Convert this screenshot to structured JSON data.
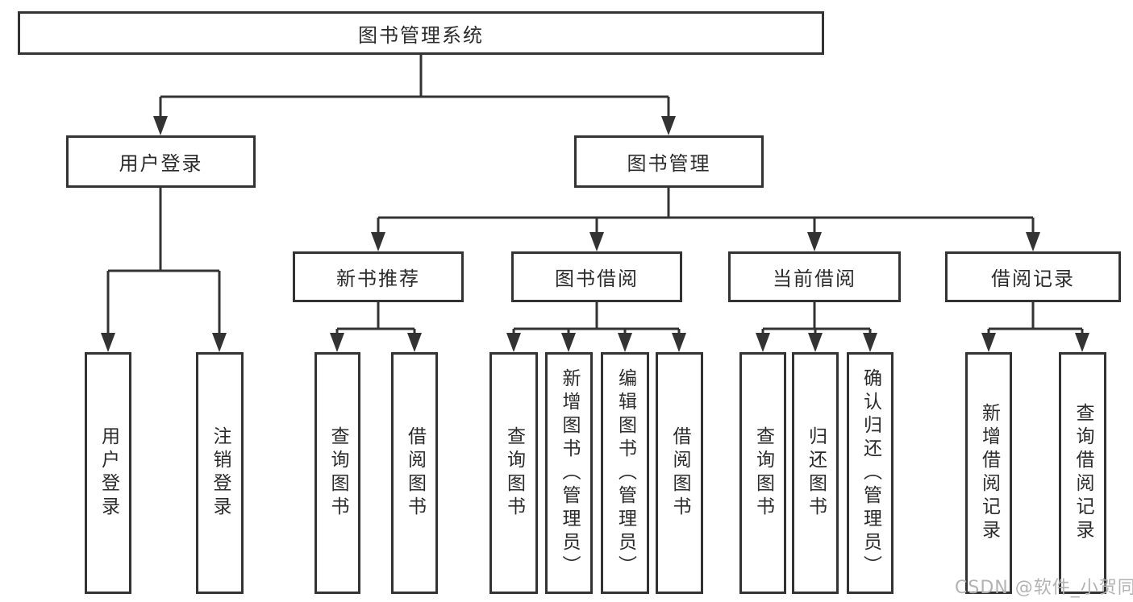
{
  "diagram": {
    "root": {
      "label": "图书管理系统"
    },
    "branches": [
      {
        "label": "用户登录",
        "children": [
          {
            "label": "用户登录"
          },
          {
            "label": "注销登录"
          }
        ]
      },
      {
        "label": "图书管理",
        "children": [
          {
            "label": "新书推荐",
            "children": [
              {
                "label": "查询图书"
              },
              {
                "label": "借阅图书"
              }
            ]
          },
          {
            "label": "图书借阅",
            "children": [
              {
                "label": "查询图书"
              },
              {
                "label": "新增图书（管理员）"
              },
              {
                "label": "编辑图书（管理员）"
              },
              {
                "label": "借阅图书"
              }
            ]
          },
          {
            "label": "当前借阅",
            "children": [
              {
                "label": "查询图书"
              },
              {
                "label": "归还图书"
              },
              {
                "label": "确认归还（管理员）"
              }
            ]
          },
          {
            "label": "借阅记录",
            "children": [
              {
                "label": "新增借阅记录"
              },
              {
                "label": "查询借阅记录"
              }
            ]
          }
        ]
      }
    ]
  },
  "watermark": {
    "text": "CSDN @软件_小贺同学"
  },
  "colors": {
    "line": "#333333",
    "text": "#2b2b2b",
    "watermark": "#b3b3b3",
    "background": "#ffffff"
  }
}
